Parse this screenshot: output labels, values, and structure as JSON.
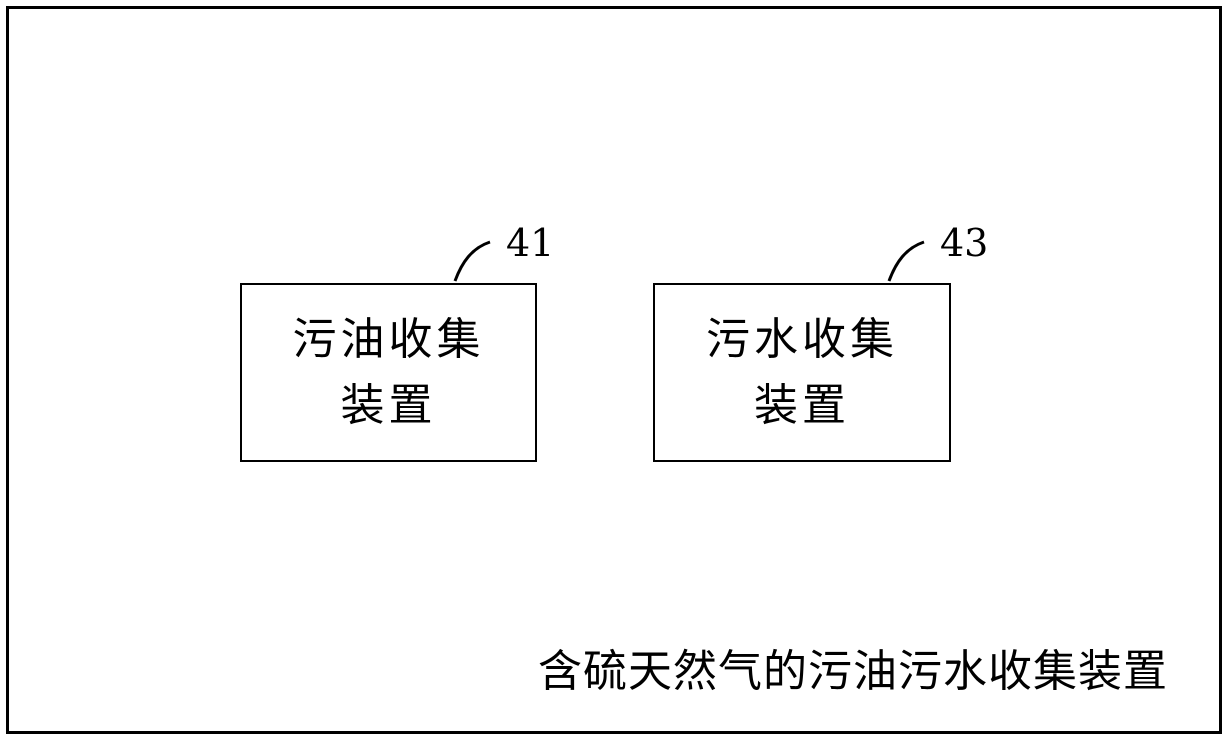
{
  "boxes": [
    {
      "ref": "41",
      "lines": [
        "污油收集",
        "装置"
      ]
    },
    {
      "ref": "43",
      "lines": [
        "污水收集",
        "装置"
      ]
    }
  ],
  "caption": "含硫天然气的污油污水收集装置"
}
